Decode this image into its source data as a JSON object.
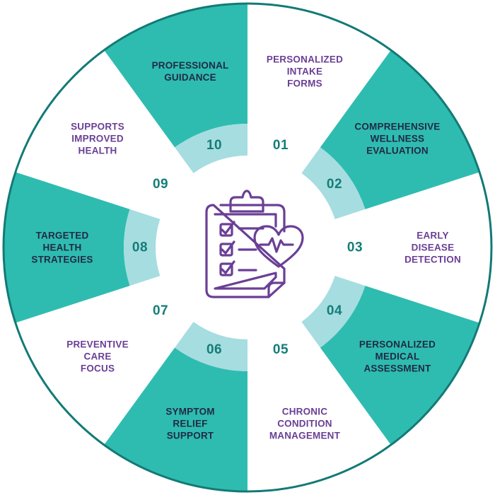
{
  "colors": {
    "teal": "#2fbcb0",
    "teal_dark": "#1a8b83",
    "band": "#a6dde0",
    "white": "#ffffff",
    "purple": "#6a3f96",
    "number": "#147d77",
    "outline": "#127a76"
  },
  "center_icon": "clipboard-checklist-heart-icon",
  "segments": [
    {
      "number": "01",
      "label": [
        "PERSONALIZED",
        "INTAKE",
        "FORMS"
      ],
      "fill": "white"
    },
    {
      "number": "02",
      "label": [
        "COMPREHENSIVE",
        "WELLNESS",
        "EVALUATION"
      ],
      "fill": "teal"
    },
    {
      "number": "03",
      "label": [
        "EARLY",
        "DISEASE",
        "DETECTION"
      ],
      "fill": "white"
    },
    {
      "number": "04",
      "label": [
        "PERSONALIZED",
        "MEDICAL",
        "ASSESSMENT"
      ],
      "fill": "teal"
    },
    {
      "number": "05",
      "label": [
        "CHRONIC",
        "CONDITION",
        "MANAGEMENT"
      ],
      "fill": "white"
    },
    {
      "number": "06",
      "label": [
        "SYMPTOM",
        "RELIEF",
        "SUPPORT"
      ],
      "fill": "teal"
    },
    {
      "number": "07",
      "label": [
        "PREVENTIVE",
        "CARE",
        "FOCUS"
      ],
      "fill": "white"
    },
    {
      "number": "08",
      "label": [
        "TARGETED",
        "HEALTH",
        "STRATEGIES"
      ],
      "fill": "teal"
    },
    {
      "number": "09",
      "label": [
        "SUPPORTS",
        "IMPROVED",
        "HEALTH"
      ],
      "fill": "white"
    },
    {
      "number": "10",
      "label": [
        "PROFESSIONAL",
        "GUIDANCE"
      ],
      "fill": "teal"
    }
  ]
}
